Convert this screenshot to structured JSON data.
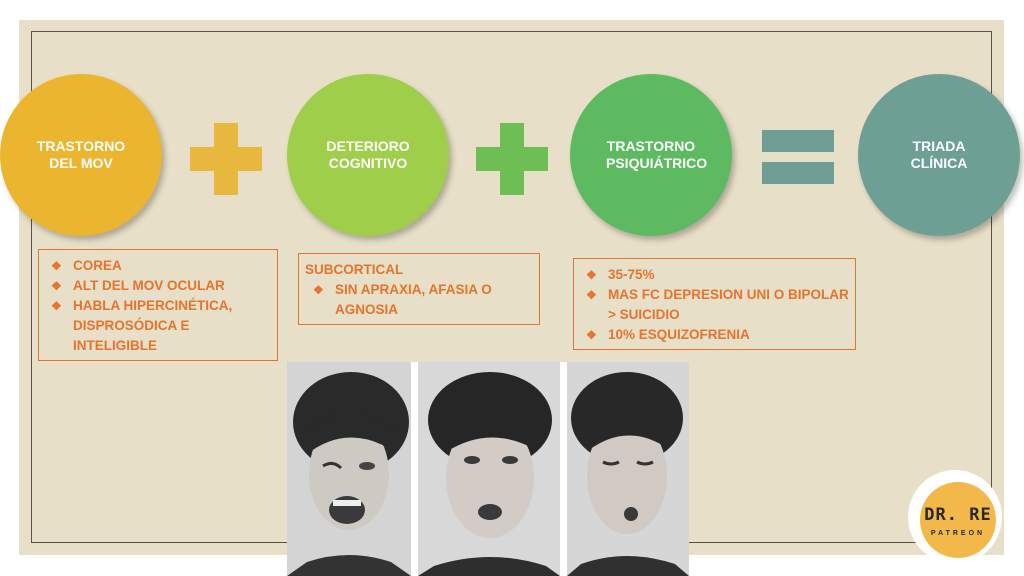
{
  "slide": {
    "circles": [
      {
        "label": "TRASTORNO DEL MOV",
        "color": "#ebb52f"
      },
      {
        "label": "DETERIORO COGNITIVO",
        "color": "#9fce4a"
      },
      {
        "label": "TRASTORNO PSIQUIÁTRICO",
        "color": "#5eba61"
      },
      {
        "label": "TRIADA CLÍNICA",
        "color": "#6e9f94"
      }
    ],
    "operators": [
      {
        "symbol": "plus",
        "color": "#e8b73e"
      },
      {
        "symbol": "plus",
        "color": "#6cbe55"
      },
      {
        "symbol": "equals",
        "color": "#6e9f94"
      }
    ],
    "boxes": {
      "movement": {
        "items": [
          "COREA",
          "ALT DEL MOV OCULAR",
          "HABLA HIPERCINÉTICA, DISPROSÓDICA E INTELIGIBLE"
        ]
      },
      "cognitive": {
        "heading": "SUBCORTICAL",
        "items": [
          "SIN APRAXIA, AFASIA O AGNOSIA"
        ]
      },
      "psychiatric": {
        "items": [
          "35-75%",
          "MAS FC DEPRESION UNI O BIPOLAR > SUICIDIO",
          "10% ESQUIZOFRENIA"
        ]
      }
    },
    "bullet_glyph": "❖",
    "accent_color": "#e6742d",
    "background_color": "#e8dfc8",
    "logo": {
      "name": "DR. RE",
      "subtitle": "PATREON"
    }
  }
}
